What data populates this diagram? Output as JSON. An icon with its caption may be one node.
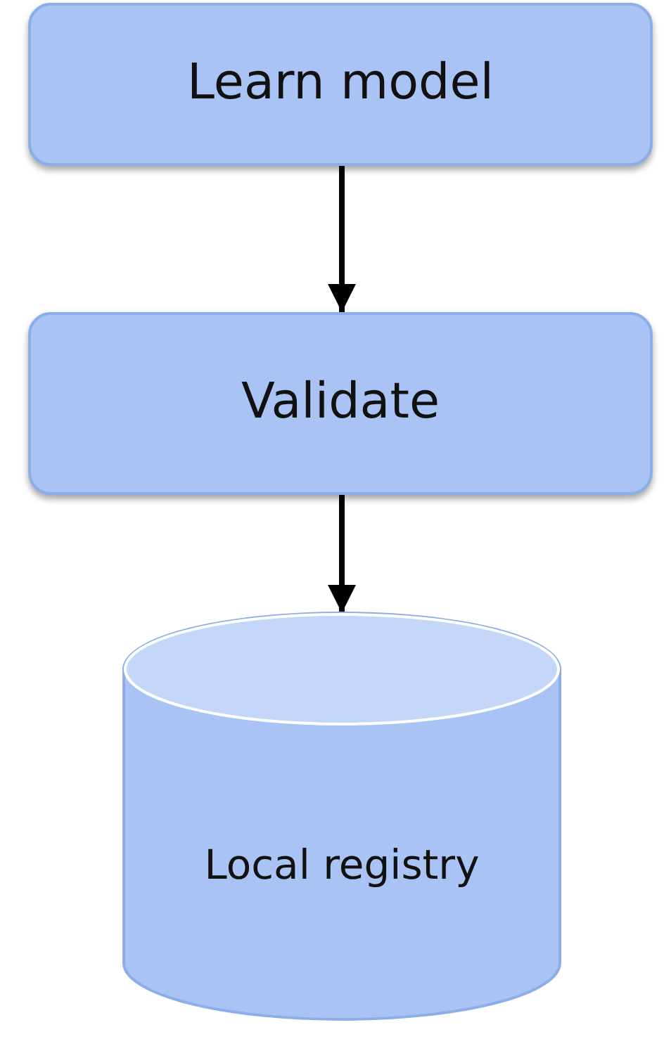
{
  "diagram": {
    "nodes": [
      {
        "text": [
          "Learn model"
        ]
      },
      {
        "text": [
          "Validate"
        ]
      },
      {
        "text": [
          "Local registry"
        ]
      }
    ],
    "edges": [
      {
        "from": 0,
        "to": 1,
        "arrow": "to"
      },
      {
        "from": 1,
        "to": 2,
        "arrow": "to"
      }
    ]
  }
}
